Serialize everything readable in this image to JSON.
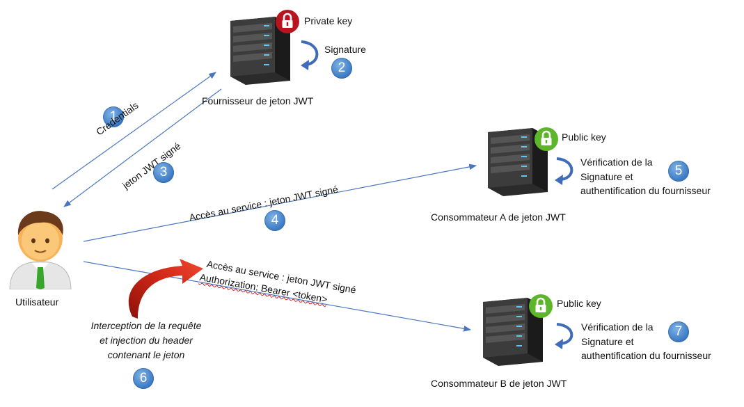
{
  "provider": {
    "name": "Fournisseur de jeton JWT",
    "key_label": "Private key",
    "signature_label": "Signature",
    "step": "2"
  },
  "user": {
    "name": "Utilisateur"
  },
  "arrows": {
    "credentials": {
      "label": "Credentials",
      "step": "1"
    },
    "signed_token": {
      "label": "jeton JWT signé",
      "step": "3"
    },
    "access_a": {
      "label": "Accès au service : jeton JWT signé",
      "step": "4"
    },
    "access_b": {
      "line1": "Accès au service : jeton JWT signé",
      "line2": "Authorization: Bearer <token>"
    }
  },
  "consumer_a": {
    "name": "Consommateur A de jeton JWT",
    "key_label": "Public key",
    "verification_lines": [
      "Vérification de la",
      "Signature et",
      "authentification du fournisseur"
    ],
    "step": "5"
  },
  "consumer_b": {
    "name": "Consommateur B de jeton JWT",
    "key_label": "Public key",
    "verification_lines": [
      "Vérification de la",
      "Signature et",
      "authentification du fournisseur"
    ],
    "step": "7"
  },
  "interception": {
    "lines": [
      "Interception de la requête",
      "et injection du header",
      "contenant le jeton"
    ],
    "step": "6"
  },
  "colors": {
    "arrow": "#4a76c0",
    "badge": "#3a78c2",
    "lock_private": "#b8141f",
    "lock_public": "#5db52a",
    "red_arrow": "#d42a1a"
  }
}
